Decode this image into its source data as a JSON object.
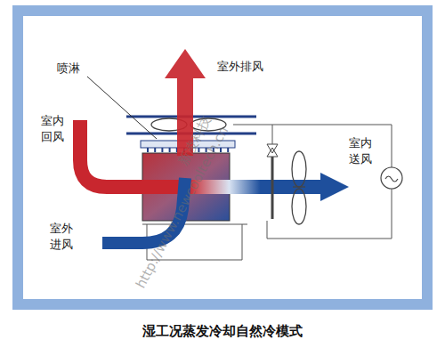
{
  "diagram": {
    "caption": "湿工况蒸发冷却自然冷模式",
    "labels": [
      "喷淋",
      "室外排风",
      "室内 回风",
      "室外 进风",
      "室内 送风",
      "新凌科技",
      "http://www.newcooltech.cn"
    ]
  }
}
